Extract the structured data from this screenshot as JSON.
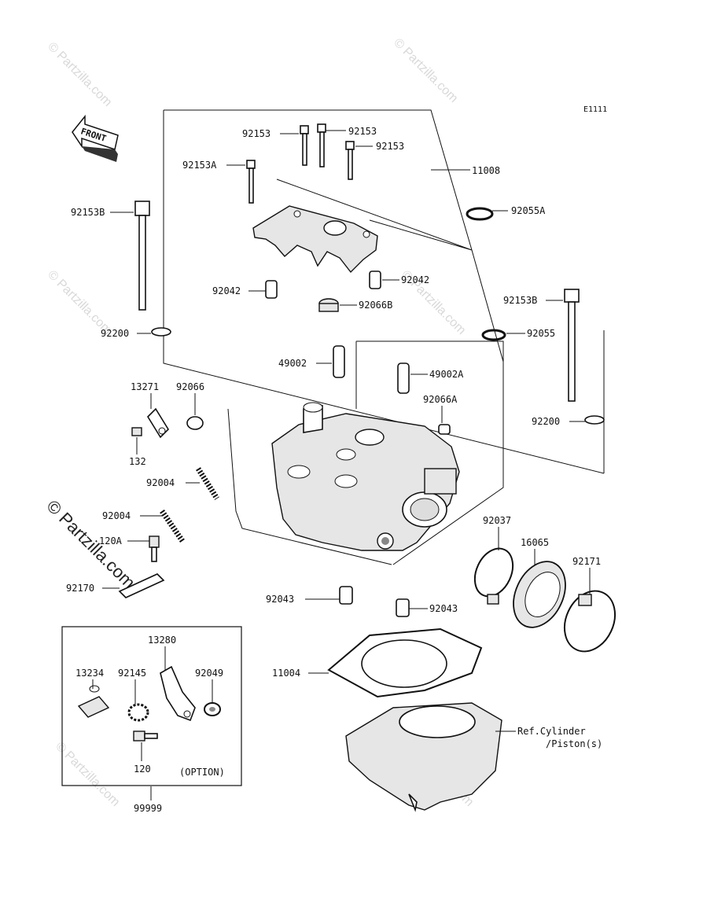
{
  "diagram_code": "E1111",
  "front_label": "FRONT",
  "watermark": "© Partzilla.com",
  "option_label": "(OPTION)",
  "ref_cylinder_label": {
    "line1": "Ref.Cylinder",
    "line2": "/Piston(s)"
  },
  "labels": {
    "p92153_a": "92153",
    "p92153_b": "92153",
    "p92153_c": "92153",
    "p92153A": "92153A",
    "p11008": "11008",
    "p92153B_left": "92153B",
    "p92055A": "92055A",
    "p92042_left": "92042",
    "p92042_right": "92042",
    "p92066B": "92066B",
    "p92153B_right": "92153B",
    "p92200_left": "92200",
    "p92055": "92055",
    "p49002": "49002",
    "p49002A": "49002A",
    "p13271": "13271",
    "p92066": "92066",
    "p92066A": "92066A",
    "p92200_right": "92200",
    "p132": "132",
    "p92004_a": "92004",
    "p92004_b": "92004",
    "p92037": "92037",
    "p16065": "16065",
    "p120A": "120A",
    "p92171": "92171",
    "p92170": "92170",
    "p92043_left": "92043",
    "p92043_right": "92043",
    "p13280": "13280",
    "p13234": "13234",
    "p92145": "92145",
    "p92049": "92049",
    "p11004": "11004",
    "p120": "120",
    "p99999": "99999"
  }
}
